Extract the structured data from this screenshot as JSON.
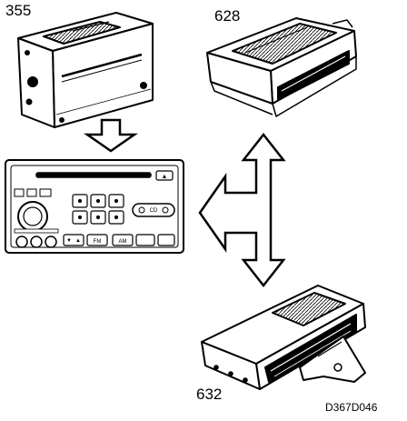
{
  "labels": {
    "unit_top_left": "355",
    "unit_top_right": "628",
    "unit_bottom": "632",
    "drawing_code": "D367D046"
  },
  "radio_buttons": {
    "vol_down": "▼",
    "vol_up": "▲",
    "fm": "FM",
    "am": "AM",
    "cd": "CD",
    "eject": "▲"
  },
  "colors": {
    "line": "#000000",
    "background": "#ffffff"
  }
}
